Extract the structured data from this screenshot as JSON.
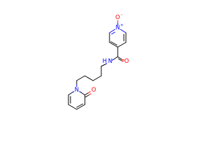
{
  "molecule": {
    "atom_labels": {
      "o_top": "O",
      "n_pyridine": "N",
      "charge_minus": "-",
      "charge_plus": "+",
      "o_amide": "O",
      "nh": "N",
      "h": "H",
      "n_pyridone": "N",
      "o_pyridone": "O"
    }
  },
  "colors": {
    "bond": "#000000",
    "nitrogen": "#0000ff",
    "oxygen": "#ff0000"
  }
}
